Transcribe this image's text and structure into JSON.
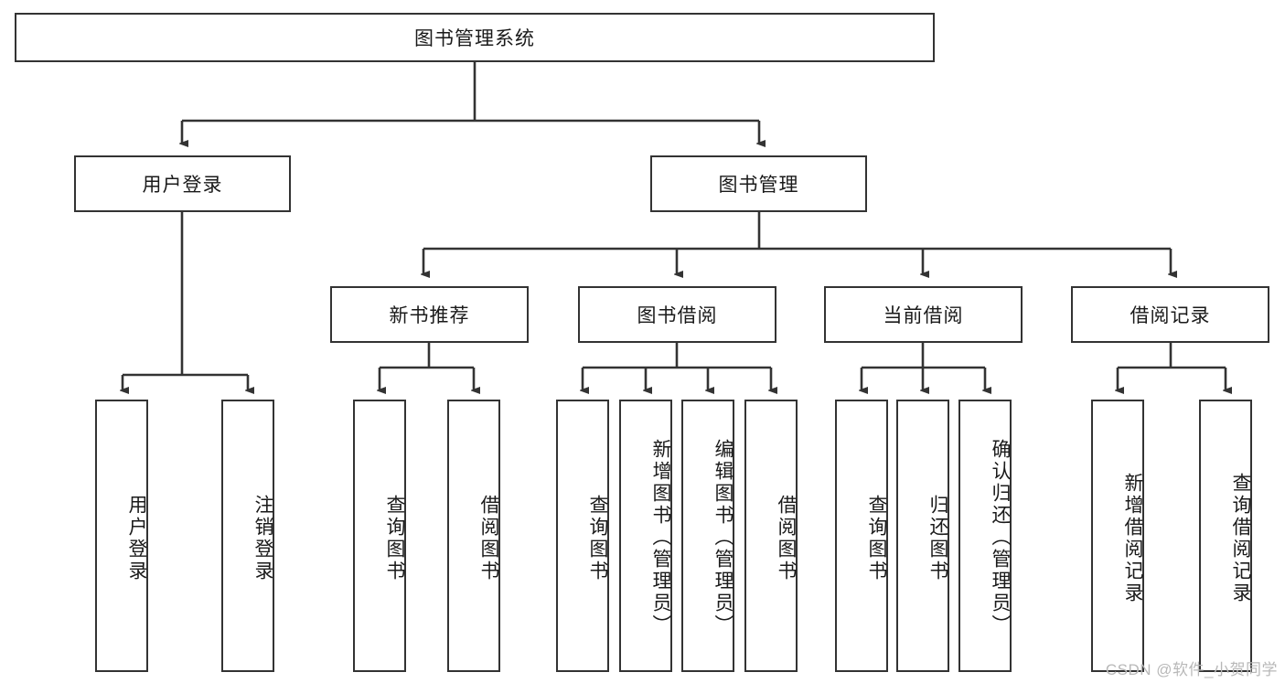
{
  "diagram": {
    "title": "图书管理系统",
    "type": "tree-hierarchy-diagram",
    "colors": {
      "box_border": "#333333",
      "box_fill": "#ffffff",
      "connector": "#333333",
      "text": "#1a1a1a",
      "watermark": "#b8b8b8",
      "background": "#ffffff"
    },
    "root": {
      "label": "图书管理系统"
    },
    "level2": [
      {
        "id": "user-login",
        "label": "用户登录"
      },
      {
        "id": "book-management",
        "label": "图书管理"
      }
    ],
    "level3": [
      {
        "id": "new-book-recommend",
        "label": "新书推荐"
      },
      {
        "id": "book-borrow",
        "label": "图书借阅"
      },
      {
        "id": "current-borrow",
        "label": "当前借阅"
      },
      {
        "id": "borrow-record",
        "label": "借阅记录"
      }
    ],
    "leaves": {
      "user_login": [
        {
          "id": "leaf-user-login",
          "label": "用户登录"
        },
        {
          "id": "leaf-logout-login",
          "label": "注销登录"
        }
      ],
      "new_book_recommend": [
        {
          "id": "leaf-query-book-1",
          "label": "查询图书"
        },
        {
          "id": "leaf-borrow-book-1",
          "label": "借阅图书"
        }
      ],
      "book_borrow": [
        {
          "id": "leaf-query-book-2",
          "label": "查询图书"
        },
        {
          "id": "leaf-add-book",
          "label": "新增图书（管理员）"
        },
        {
          "id": "leaf-edit-book",
          "label": "编辑图书（管理员）"
        },
        {
          "id": "leaf-borrow-book-2",
          "label": "借阅图书"
        }
      ],
      "current_borrow": [
        {
          "id": "leaf-query-book-3",
          "label": "查询图书"
        },
        {
          "id": "leaf-return-book",
          "label": "归还图书"
        },
        {
          "id": "leaf-confirm-return",
          "label": "确认归还（管理员）"
        }
      ],
      "borrow_record": [
        {
          "id": "leaf-add-record",
          "label": "新增借阅记录"
        },
        {
          "id": "leaf-query-record",
          "label": "查询借阅记录"
        }
      ]
    }
  },
  "watermark": {
    "text": "CSDN @软件_小贺同学"
  }
}
